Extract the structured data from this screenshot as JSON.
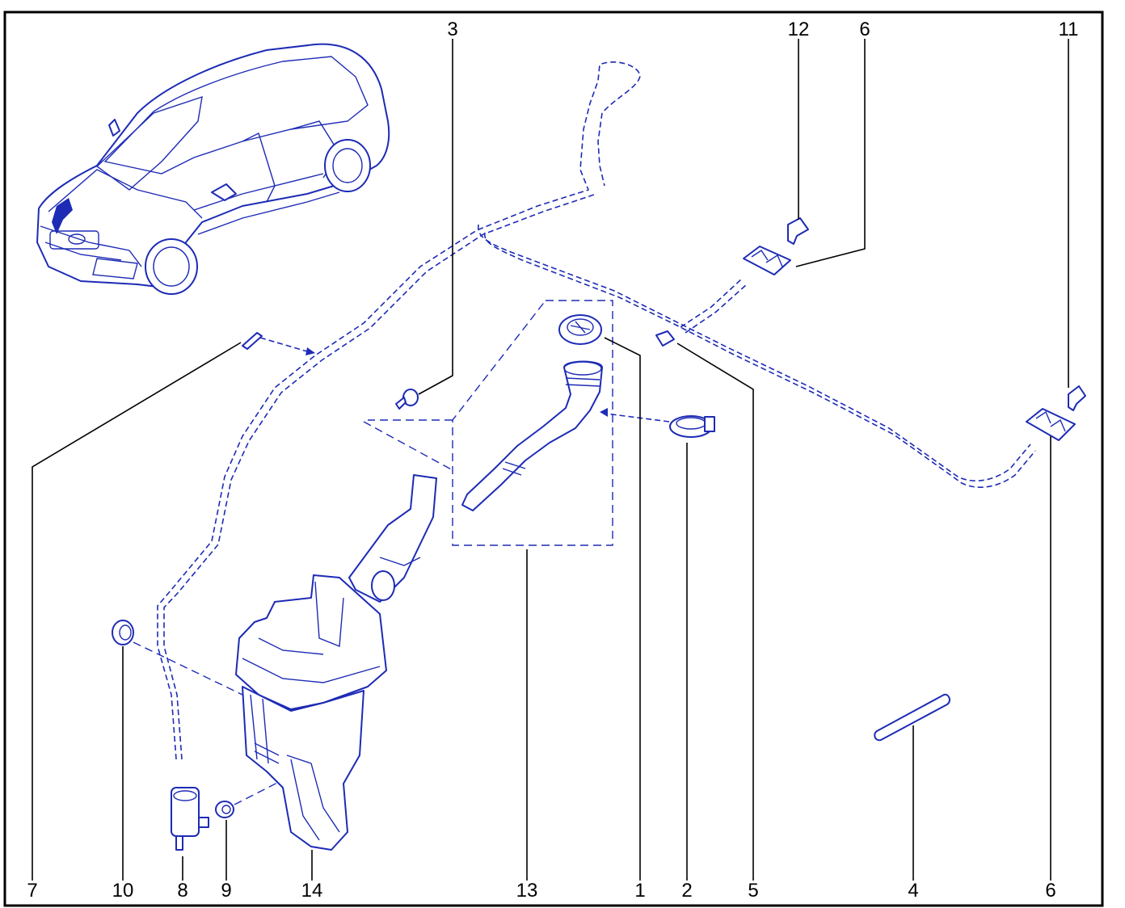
{
  "diagram": {
    "callouts": [
      {
        "id": "3",
        "label": "3"
      },
      {
        "id": "12",
        "label": "12"
      },
      {
        "id": "6a",
        "label": "6"
      },
      {
        "id": "11",
        "label": "11"
      },
      {
        "id": "7",
        "label": "7"
      },
      {
        "id": "10",
        "label": "10"
      },
      {
        "id": "8",
        "label": "8"
      },
      {
        "id": "9",
        "label": "9"
      },
      {
        "id": "14",
        "label": "14"
      },
      {
        "id": "13",
        "label": "13"
      },
      {
        "id": "1",
        "label": "1"
      },
      {
        "id": "2",
        "label": "2"
      },
      {
        "id": "5",
        "label": "5"
      },
      {
        "id": "4",
        "label": "4"
      },
      {
        "id": "6b",
        "label": "6"
      }
    ],
    "colors": {
      "line_art": "#1d2bb5",
      "leader": "#000000",
      "frame": "#000000"
    }
  }
}
